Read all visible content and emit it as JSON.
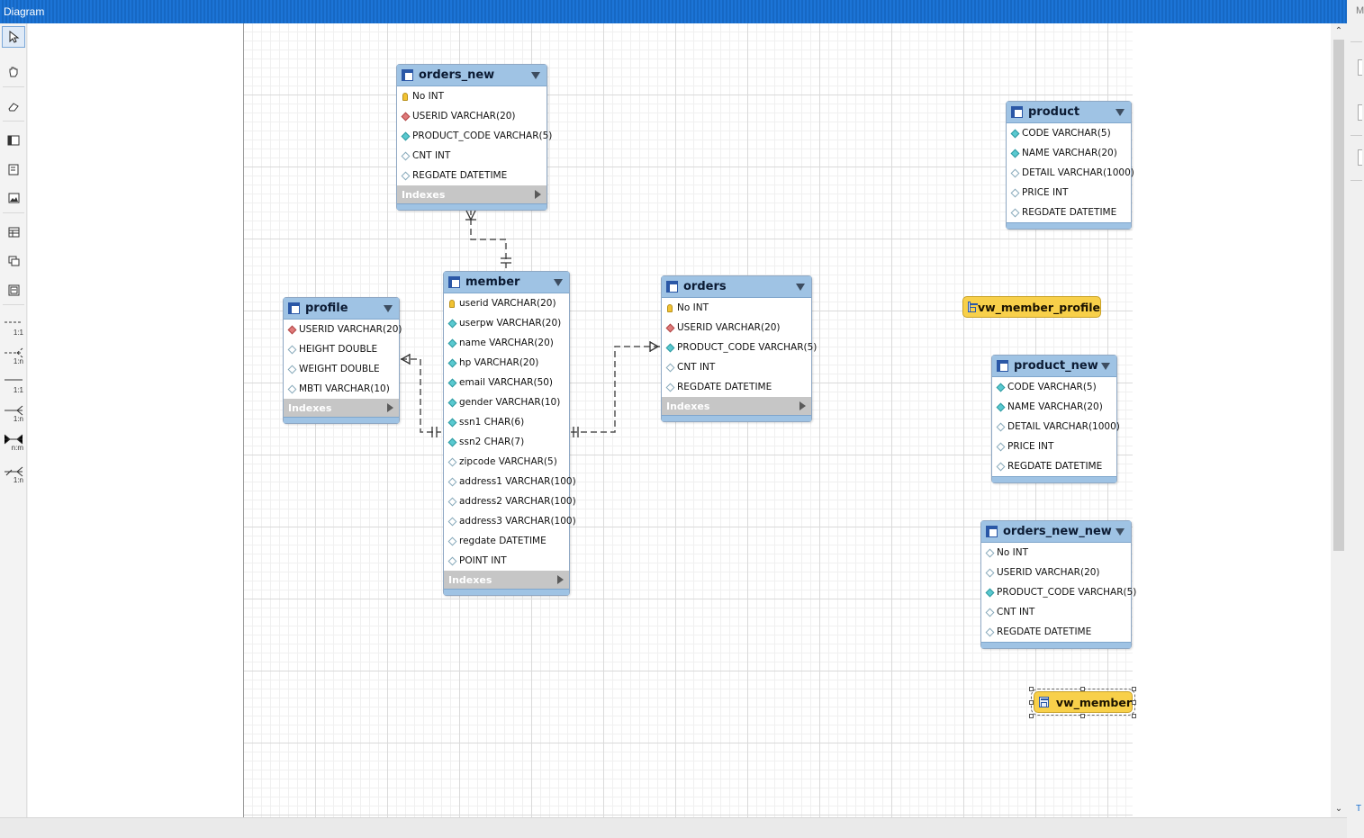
{
  "window": {
    "title": "Diagram",
    "right_label": "M",
    "right_tab": "T"
  },
  "toolbar": {
    "rel_labels": [
      "1:1",
      "1:n",
      "1:1",
      "1:n",
      "n:m",
      "1:n"
    ]
  },
  "colors": {
    "accent": "#1a6fcf",
    "table_header": "#9fc3e4",
    "view_fill": "#f8d04a",
    "indexes_bar": "#c6c6c6"
  },
  "tables": [
    {
      "id": "orders_new",
      "name": "orders_new",
      "indexes_label": "Indexes",
      "columns": [
        {
          "kind": "key",
          "text": "No INT"
        },
        {
          "kind": "fk",
          "text": "USERID VARCHAR(20)"
        },
        {
          "kind": "nn",
          "text": "PRODUCT_CODE VARCHAR(5)"
        },
        {
          "kind": "col",
          "text": "CNT INT"
        },
        {
          "kind": "col",
          "text": "REGDATE DATETIME"
        }
      ]
    },
    {
      "id": "member",
      "name": "member",
      "indexes_label": "Indexes",
      "columns": [
        {
          "kind": "key",
          "text": "userid VARCHAR(20)"
        },
        {
          "kind": "nn",
          "text": "userpw VARCHAR(20)"
        },
        {
          "kind": "nn",
          "text": "name VARCHAR(20)"
        },
        {
          "kind": "nn",
          "text": "hp VARCHAR(20)"
        },
        {
          "kind": "nn",
          "text": "email VARCHAR(50)"
        },
        {
          "kind": "nn",
          "text": "gender VARCHAR(10)"
        },
        {
          "kind": "nn",
          "text": "ssn1 CHAR(6)"
        },
        {
          "kind": "nn",
          "text": "ssn2 CHAR(7)"
        },
        {
          "kind": "col",
          "text": "zipcode VARCHAR(5)"
        },
        {
          "kind": "col",
          "text": "address1 VARCHAR(100)"
        },
        {
          "kind": "col",
          "text": "address2 VARCHAR(100)"
        },
        {
          "kind": "col",
          "text": "address3 VARCHAR(100)"
        },
        {
          "kind": "col",
          "text": "regdate DATETIME"
        },
        {
          "kind": "col",
          "text": "POINT INT"
        }
      ]
    },
    {
      "id": "profile",
      "name": "profile",
      "indexes_label": "Indexes",
      "columns": [
        {
          "kind": "fk",
          "text": "USERID VARCHAR(20)"
        },
        {
          "kind": "col",
          "text": "HEIGHT DOUBLE"
        },
        {
          "kind": "col",
          "text": "WEIGHT DOUBLE"
        },
        {
          "kind": "col",
          "text": "MBTI VARCHAR(10)"
        }
      ]
    },
    {
      "id": "orders",
      "name": "orders",
      "indexes_label": "Indexes",
      "columns": [
        {
          "kind": "key",
          "text": "No INT"
        },
        {
          "kind": "fk",
          "text": "USERID VARCHAR(20)"
        },
        {
          "kind": "nn",
          "text": "PRODUCT_CODE VARCHAR(5)"
        },
        {
          "kind": "col",
          "text": "CNT INT"
        },
        {
          "kind": "col",
          "text": "REGDATE DATETIME"
        }
      ]
    },
    {
      "id": "product",
      "name": "product",
      "indexes_label": "",
      "columns": [
        {
          "kind": "nn",
          "text": "CODE VARCHAR(5)"
        },
        {
          "kind": "nn",
          "text": "NAME VARCHAR(20)"
        },
        {
          "kind": "col",
          "text": "DETAIL VARCHAR(1000)"
        },
        {
          "kind": "col",
          "text": "PRICE INT"
        },
        {
          "kind": "col",
          "text": "REGDATE DATETIME"
        }
      ]
    },
    {
      "id": "product_new",
      "name": "product_new",
      "indexes_label": "",
      "columns": [
        {
          "kind": "nn",
          "text": "CODE VARCHAR(5)"
        },
        {
          "kind": "nn",
          "text": "NAME VARCHAR(20)"
        },
        {
          "kind": "col",
          "text": "DETAIL VARCHAR(1000)"
        },
        {
          "kind": "col",
          "text": "PRICE INT"
        },
        {
          "kind": "col",
          "text": "REGDATE DATETIME"
        }
      ]
    },
    {
      "id": "orders_new_new",
      "name": "orders_new_new",
      "indexes_label": "",
      "columns": [
        {
          "kind": "col",
          "text": "No INT"
        },
        {
          "kind": "col",
          "text": "USERID VARCHAR(20)"
        },
        {
          "kind": "nn",
          "text": "PRODUCT_CODE VARCHAR(5)"
        },
        {
          "kind": "col",
          "text": "CNT INT"
        },
        {
          "kind": "col",
          "text": "REGDATE DATETIME"
        }
      ]
    }
  ],
  "views": [
    {
      "id": "vw_member_profile",
      "name": "vw_member_profile"
    },
    {
      "id": "vw_member",
      "name": "vw_member"
    }
  ]
}
